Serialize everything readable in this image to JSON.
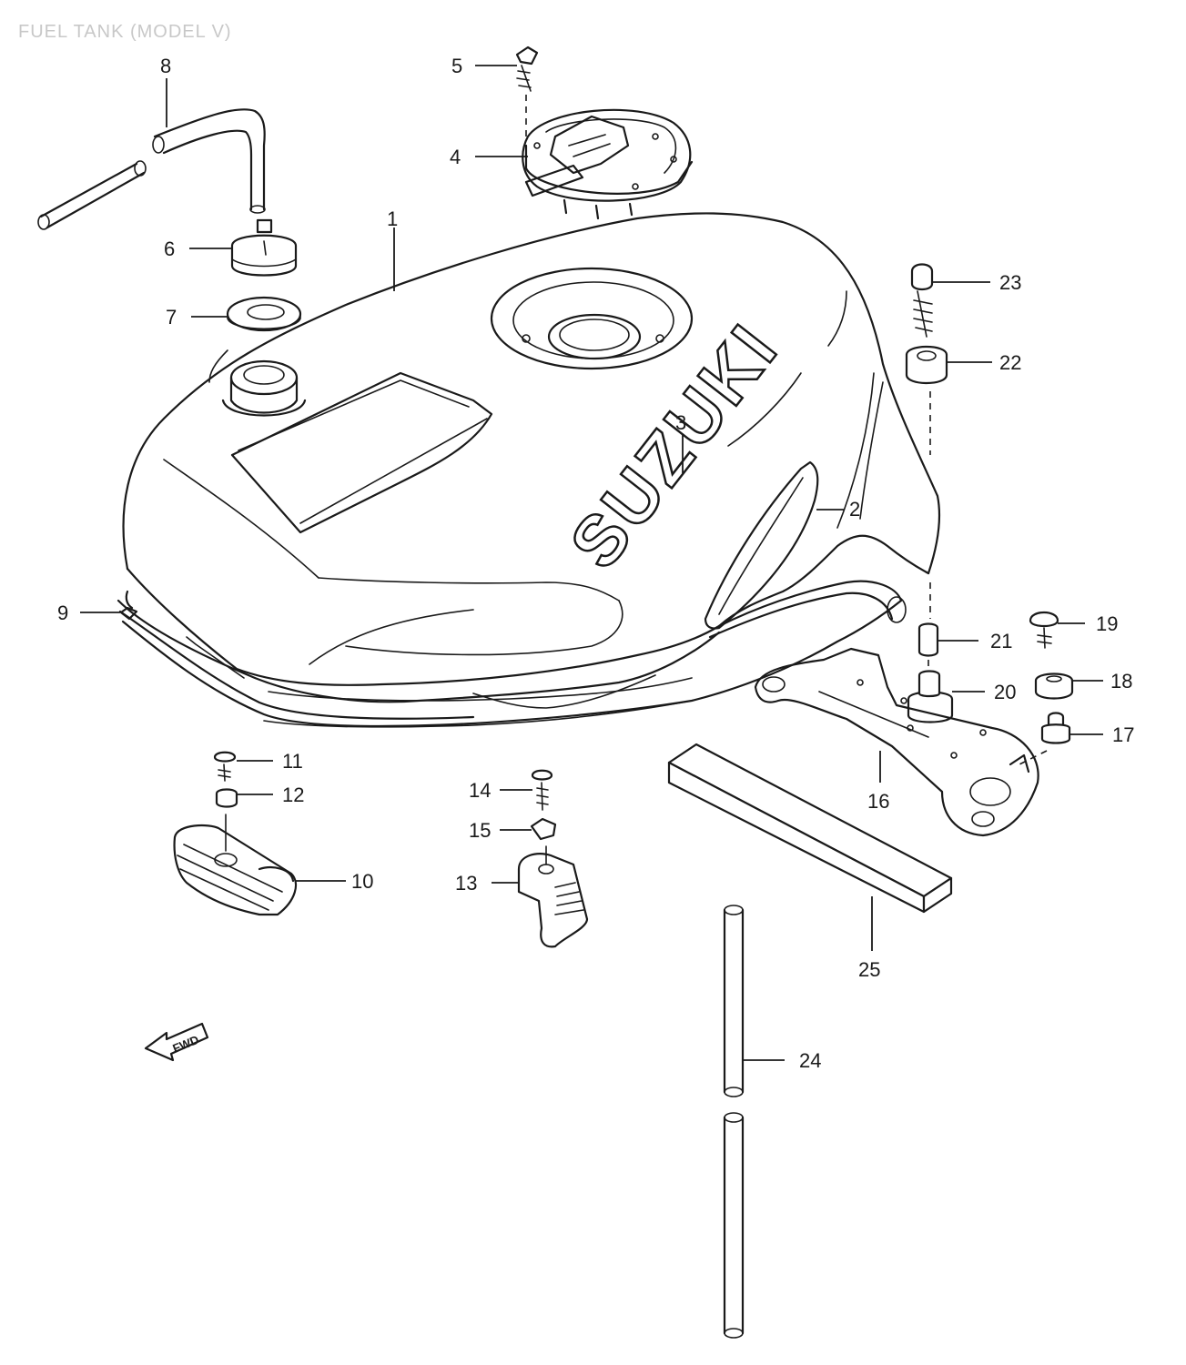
{
  "title": "FUEL TANK (MODEL V)",
  "brand_text": "SUZUKI",
  "direction_badge": "FWD",
  "callouts": [
    {
      "id": "1",
      "part": "fuel-tank"
    },
    {
      "id": "2",
      "part": "tank-side-emblem"
    },
    {
      "id": "3",
      "part": "suzuki-emblem"
    },
    {
      "id": "4",
      "part": "fuel-cap-assembly"
    },
    {
      "id": "5",
      "part": "cap-screw"
    },
    {
      "id": "6",
      "part": "valve"
    },
    {
      "id": "7",
      "part": "gasket"
    },
    {
      "id": "8",
      "part": "breather-hose"
    },
    {
      "id": "9",
      "part": "edge-trim"
    },
    {
      "id": "10",
      "part": "front-cushion"
    },
    {
      "id": "11",
      "part": "cushion-screw"
    },
    {
      "id": "12",
      "part": "washer"
    },
    {
      "id": "13",
      "part": "side-cushion"
    },
    {
      "id": "14",
      "part": "side-screw"
    },
    {
      "id": "15",
      "part": "side-washer"
    },
    {
      "id": "16",
      "part": "mounting-bracket"
    },
    {
      "id": "17",
      "part": "mount-bolt"
    },
    {
      "id": "18",
      "part": "rubber-cushion"
    },
    {
      "id": "19",
      "part": "bracket-screw"
    },
    {
      "id": "20",
      "part": "mount-cushion"
    },
    {
      "id": "21",
      "part": "collar"
    },
    {
      "id": "22",
      "part": "spacer"
    },
    {
      "id": "23",
      "part": "rear-bolt"
    },
    {
      "id": "24",
      "part": "drain-hose"
    },
    {
      "id": "25",
      "part": "foam-pad"
    }
  ]
}
